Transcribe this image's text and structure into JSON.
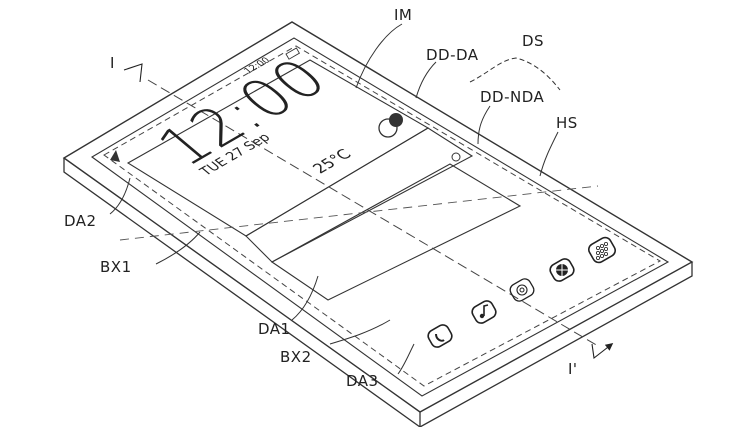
{
  "figure": {
    "labels": {
      "im": "IM",
      "dd_da": "DD-DA",
      "ds": "DS",
      "dd_nda": "DD-NDA",
      "hs": "HS",
      "i": "I",
      "i_prime": "I'",
      "da1": "DA1",
      "da2": "DA2",
      "da3": "DA3",
      "bx1": "BX1",
      "bx2": "BX2"
    },
    "screen": {
      "time": "12:00",
      "date": "TUE 27 Sep",
      "temperature": "25°C",
      "battery_time": "12:00"
    },
    "icons": [
      "phone-icon",
      "music-icon",
      "camera-icon",
      "globe-icon",
      "grid-icon",
      "weather-icon"
    ]
  }
}
